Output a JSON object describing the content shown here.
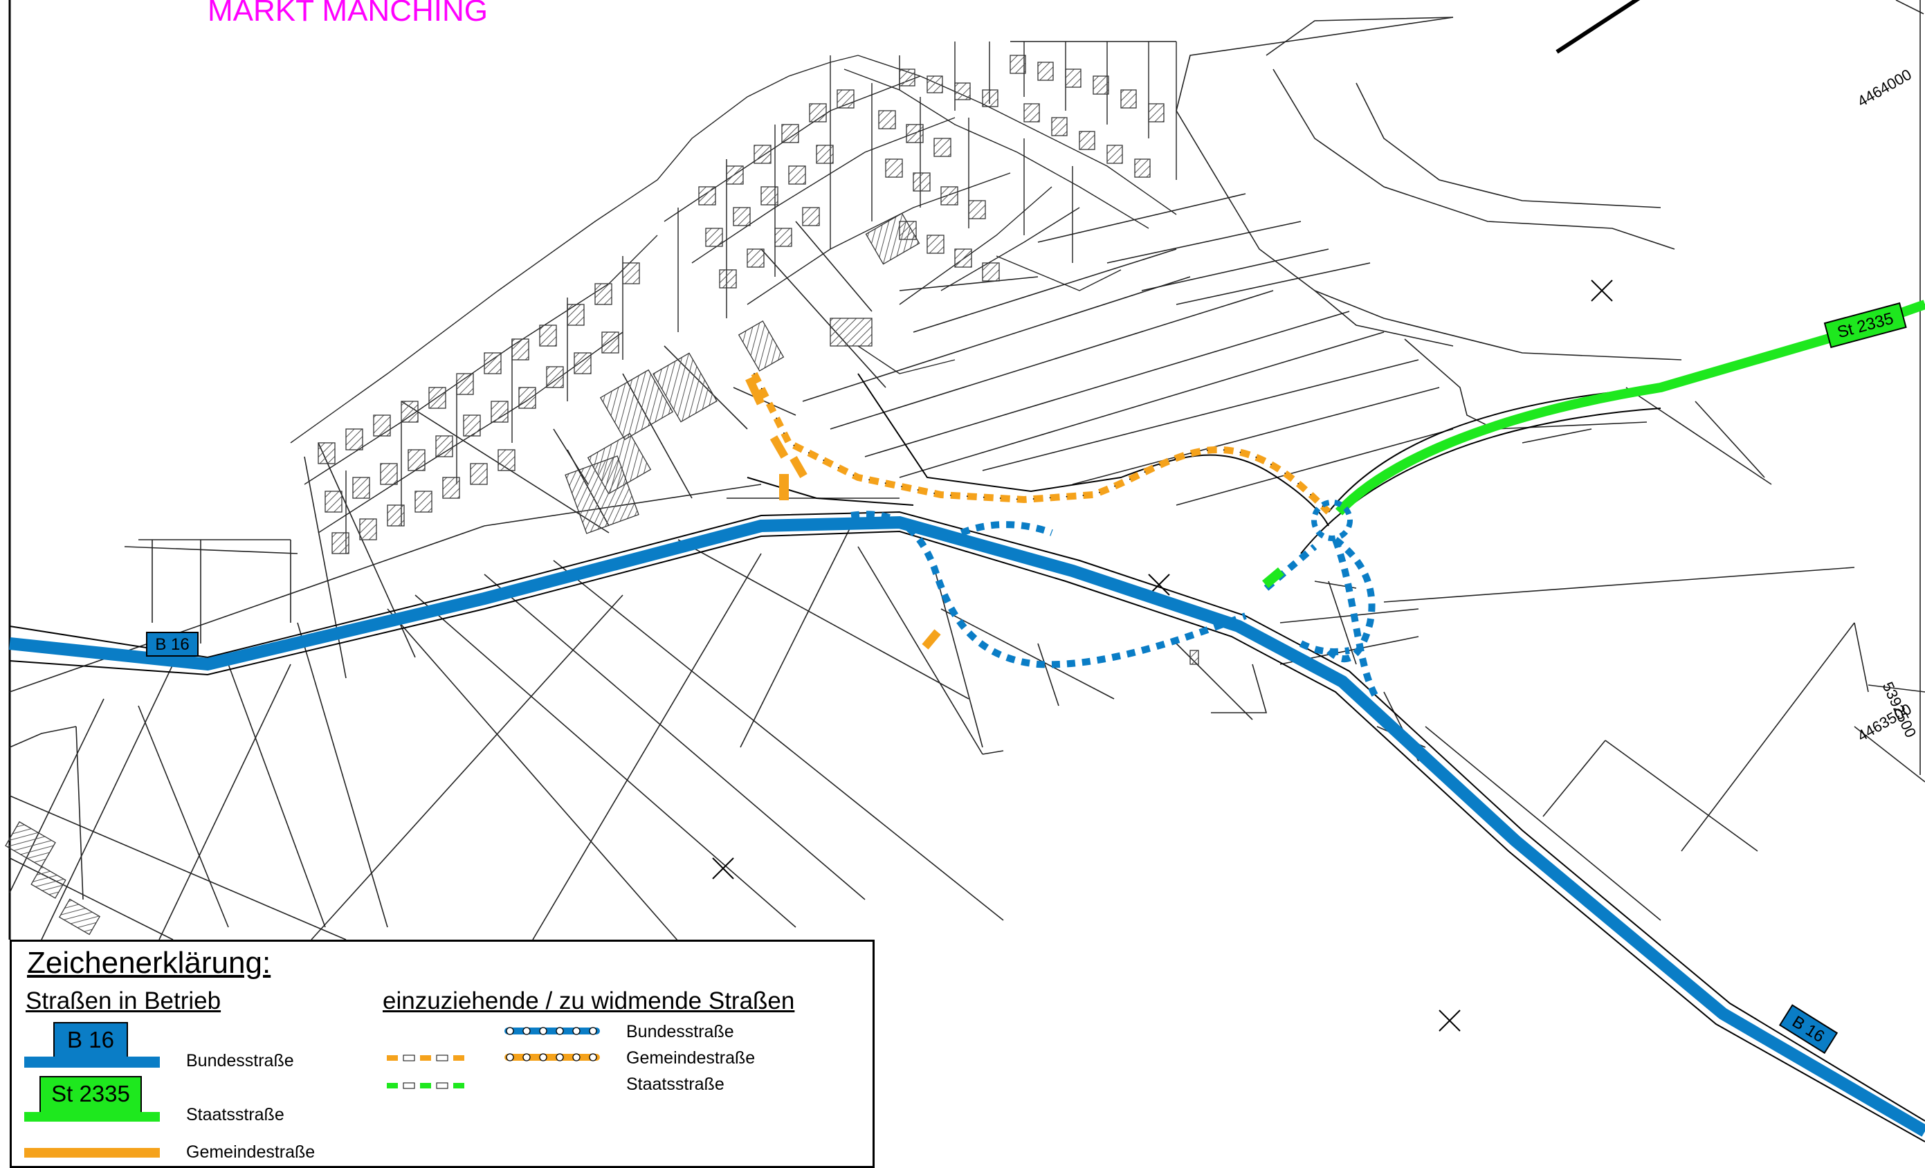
{
  "municipality": "MARKT MANCHING",
  "road_labels": {
    "b16_west": "B 16",
    "b16_east": "B 16",
    "st2335": "St 2335"
  },
  "coordinates": {
    "top_right": "4464000",
    "right_1": "4463500",
    "right_2": "5392500"
  },
  "colors": {
    "bundesstrasse": "#0a7dc6",
    "staatsstrasse": "#1ee81e",
    "gemeindestrasse": "#f5a21b",
    "title": "#ff00ff"
  },
  "legend": {
    "title": "Zeichenerklärung:",
    "section_active": "Straßen in Betrieb",
    "section_planned": "einzuziehende / zu widmende Straßen",
    "shield_b16": "B 16",
    "shield_st": "St 2335",
    "bundesstrasse": "Bundesstraße",
    "staatsstrasse": "Staatsstraße",
    "gemeindestrasse": "Gemeindestraße",
    "planned_bundesstrasse": "Bundesstraße",
    "planned_gemeindestrasse": "Gemeindestraße",
    "planned_staatsstrasse": "Staatsstraße"
  }
}
